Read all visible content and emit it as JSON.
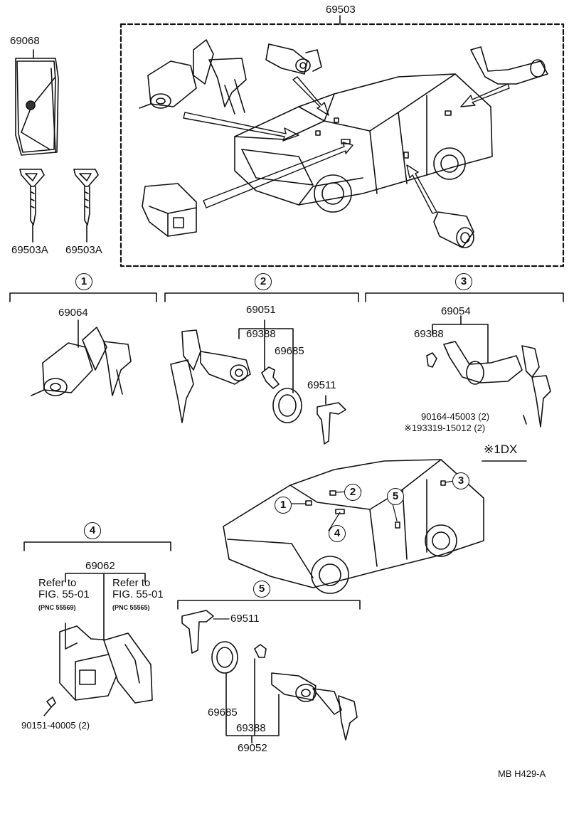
{
  "labels": {
    "p69503": "69503",
    "p69068": "69068",
    "p69503a_1": "69503A",
    "p69503a_2": "69503A",
    "p69064": "69064",
    "p69051": "69051",
    "p69388_a": "69388",
    "p69685_a": "69685",
    "p69511_a": "69511",
    "p69054": "69054",
    "p69388_b": "69388",
    "bolt_1": "90164-45003 (2)",
    "bolt_2": "※193319-15012 (2)",
    "dx_note": "※1DX",
    "p69062": "69062",
    "refer_1_a": "Refer to",
    "refer_1_b": "FIG. 55-01",
    "refer_1_c": "(PNC 55569)",
    "refer_2_a": "Refer to",
    "refer_2_b": "FIG. 55-01",
    "refer_2_c": "(PNC 55565)",
    "bolt_3": "90151-40005 (2)",
    "p69511_b": "69511",
    "p69685_b": "69685",
    "p69388_c": "69388",
    "p69052": "69052",
    "code": "MB H429-A"
  },
  "sections": {
    "s1": "1",
    "s2": "2",
    "s3": "3",
    "s4": "4",
    "s5": "5",
    "c1": "1",
    "c2": "2",
    "c3": "3",
    "c4": "4",
    "c5": "5"
  }
}
